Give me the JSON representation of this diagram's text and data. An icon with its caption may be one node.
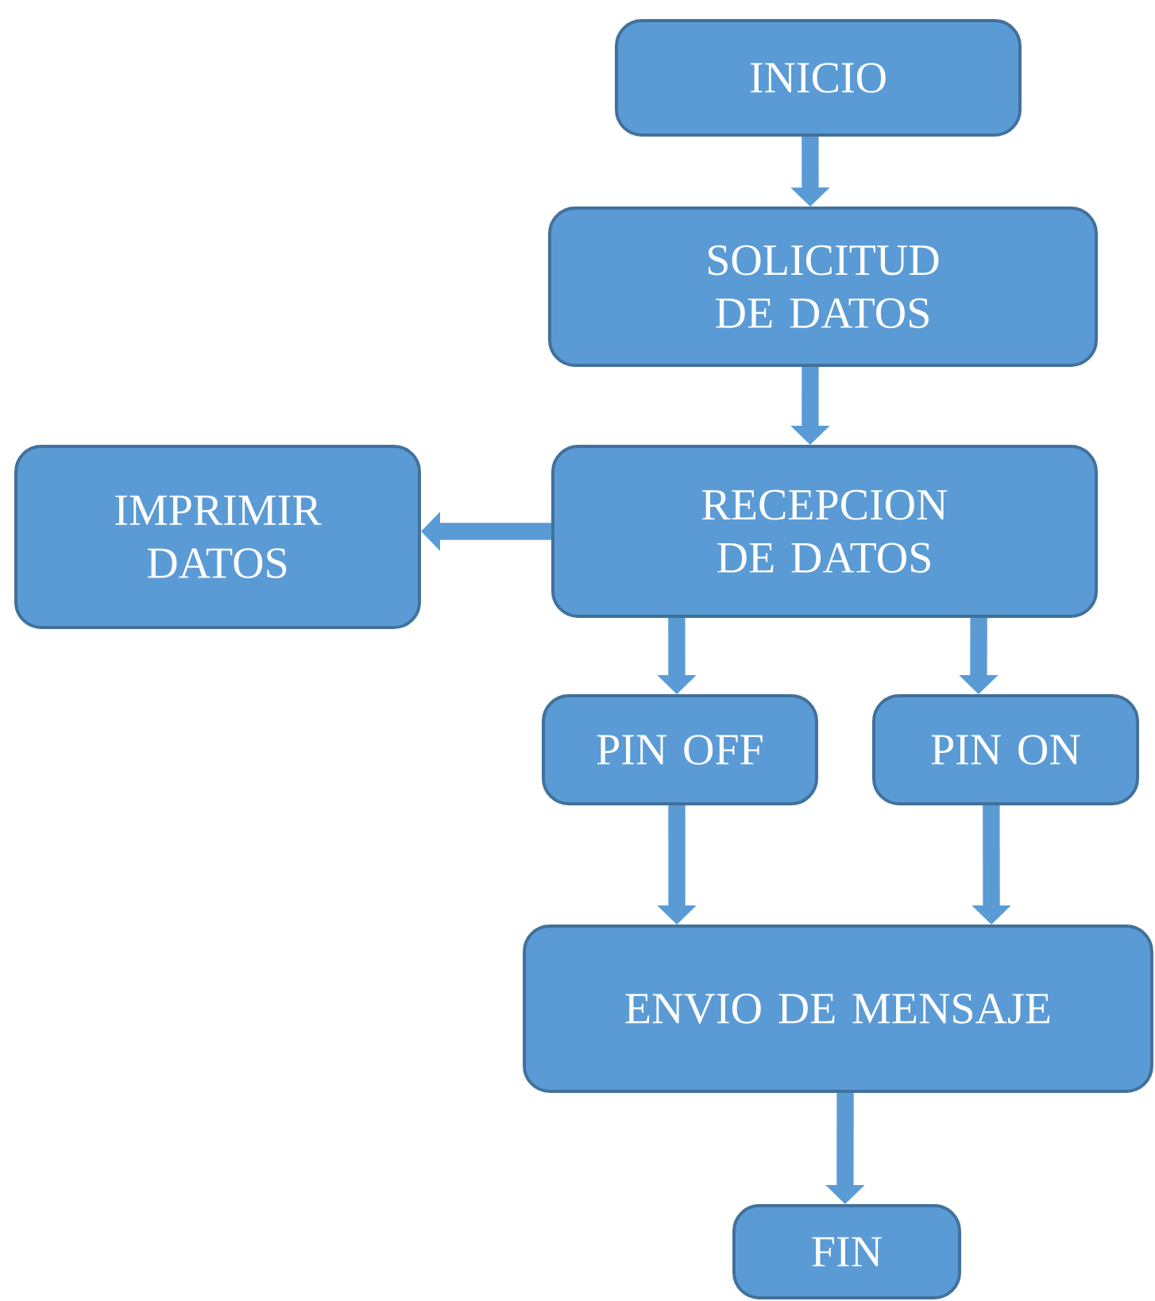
{
  "diagram": {
    "nodes": [
      {
        "text": [
          "INICIO"
        ]
      },
      {
        "text": [
          "SOLICITUD DE DATOS"
        ]
      },
      {
        "text": [
          "RECEPCION DE DATOS"
        ]
      },
      {
        "text": [
          "IMPRIMIR DATOS"
        ]
      },
      {
        "text": [
          "PIN OFF"
        ]
      },
      {
        "text": [
          "PIN ON"
        ]
      },
      {
        "text": [
          "ENVIO DE MENSAJE"
        ]
      },
      {
        "text": [
          "FIN"
        ]
      }
    ],
    "edges": [
      {
        "from": 0,
        "to": 1,
        "arrow": "to"
      },
      {
        "from": 1,
        "to": 2,
        "arrow": "to"
      },
      {
        "from": 2,
        "to": 3,
        "arrow": "to"
      },
      {
        "from": 2,
        "to": 4,
        "arrow": "to"
      },
      {
        "from": 2,
        "to": 5,
        "arrow": "to"
      },
      {
        "from": 4,
        "to": 6,
        "arrow": "to"
      },
      {
        "from": 5,
        "to": 6,
        "arrow": "to"
      },
      {
        "from": 6,
        "to": 7,
        "arrow": "to"
      }
    ]
  }
}
